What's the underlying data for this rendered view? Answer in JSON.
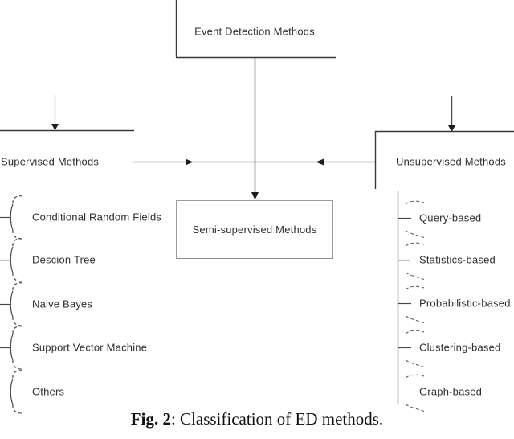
{
  "diagram": {
    "root_label": "Event Detection Methods",
    "supervised": {
      "label": "Supervised Methods",
      "items": [
        "Conditional Random Fields",
        "Descion Tree",
        "Naive Bayes",
        "Support Vector Machine",
        "Others"
      ]
    },
    "semi_supervised": {
      "label": "Semi-supervised Methods"
    },
    "unsupervised": {
      "label": "Unsupervised Methods",
      "items": [
        "Query-based",
        "Statistics-based",
        "Probabilistic-based",
        "Clustering-based",
        "Graph-based"
      ]
    }
  },
  "caption": {
    "label": "Fig. 2",
    "text": ": Classification of ED methods."
  },
  "colors": {
    "line_dark": "#383838",
    "line_light": "#bcbcbc",
    "line_gray": "#8f8f8f",
    "brace": "#4a4a4a",
    "text": "#2f2f2f",
    "caption_text": "#111111"
  }
}
